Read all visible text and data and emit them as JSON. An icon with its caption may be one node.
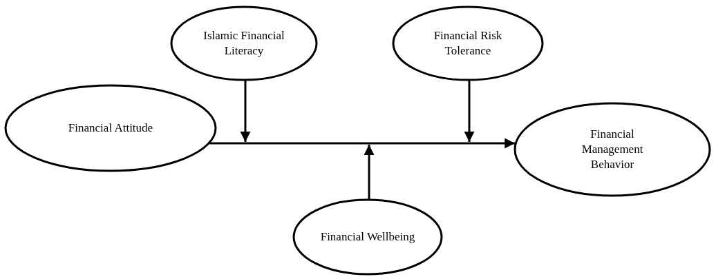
{
  "diagram": {
    "nodes": [
      {
        "text": [
          "Islamic Financial Literacy"
        ]
      },
      {
        "text": [
          "Financial Risk Tolerance"
        ]
      },
      {
        "text": [
          "Financial Attitude"
        ]
      },
      {
        "text": [
          "Financial Management Behavior"
        ]
      },
      {
        "text": [
          "Financial Wellbeing"
        ]
      }
    ],
    "edges": [
      {
        "from": 2,
        "to": 3,
        "arrow": "to"
      },
      {
        "from": 0,
        "to": null,
        "arrow": "to"
      },
      {
        "from": 1,
        "to": null,
        "arrow": "to"
      },
      {
        "from": 4,
        "to": null,
        "arrow": "to"
      }
    ]
  }
}
